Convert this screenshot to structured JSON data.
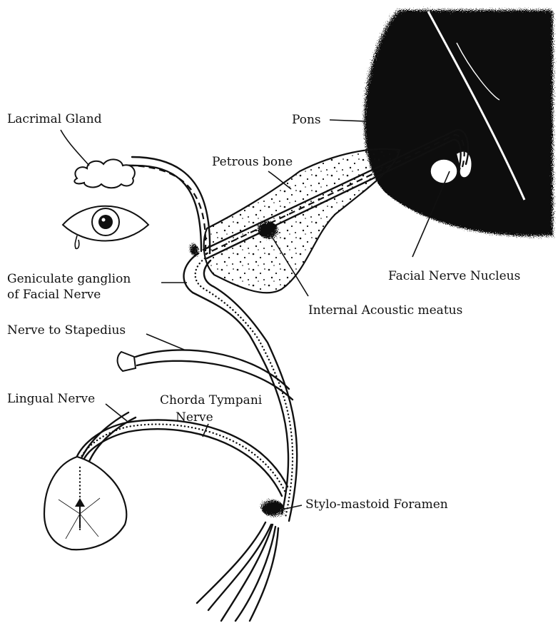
{
  "labels": {
    "lacrimal_gland": "Lacrimal Gland",
    "pons": "Pons",
    "petrous_bone": "Petrous bone",
    "geniculate_line1": "Geniculate ganglion",
    "geniculate_line2": "of Facial Nerve",
    "facial_nerve_nucleus": "Facial Nerve Nucleus",
    "internal_acoustic_meatus": "Internal Acoustic meatus",
    "nerve_to_stapedius": "Nerve to Stapedius",
    "lingual_nerve": "Lingual Nerve",
    "chorda_tympani_line1": "Chorda Tympani",
    "chorda_tympani_line2": "Nerve",
    "stylo_mastoid_foramen": "Stylo-mastoid Foramen"
  },
  "colors": {
    "ink": "#111111",
    "background": "#ffffff"
  }
}
